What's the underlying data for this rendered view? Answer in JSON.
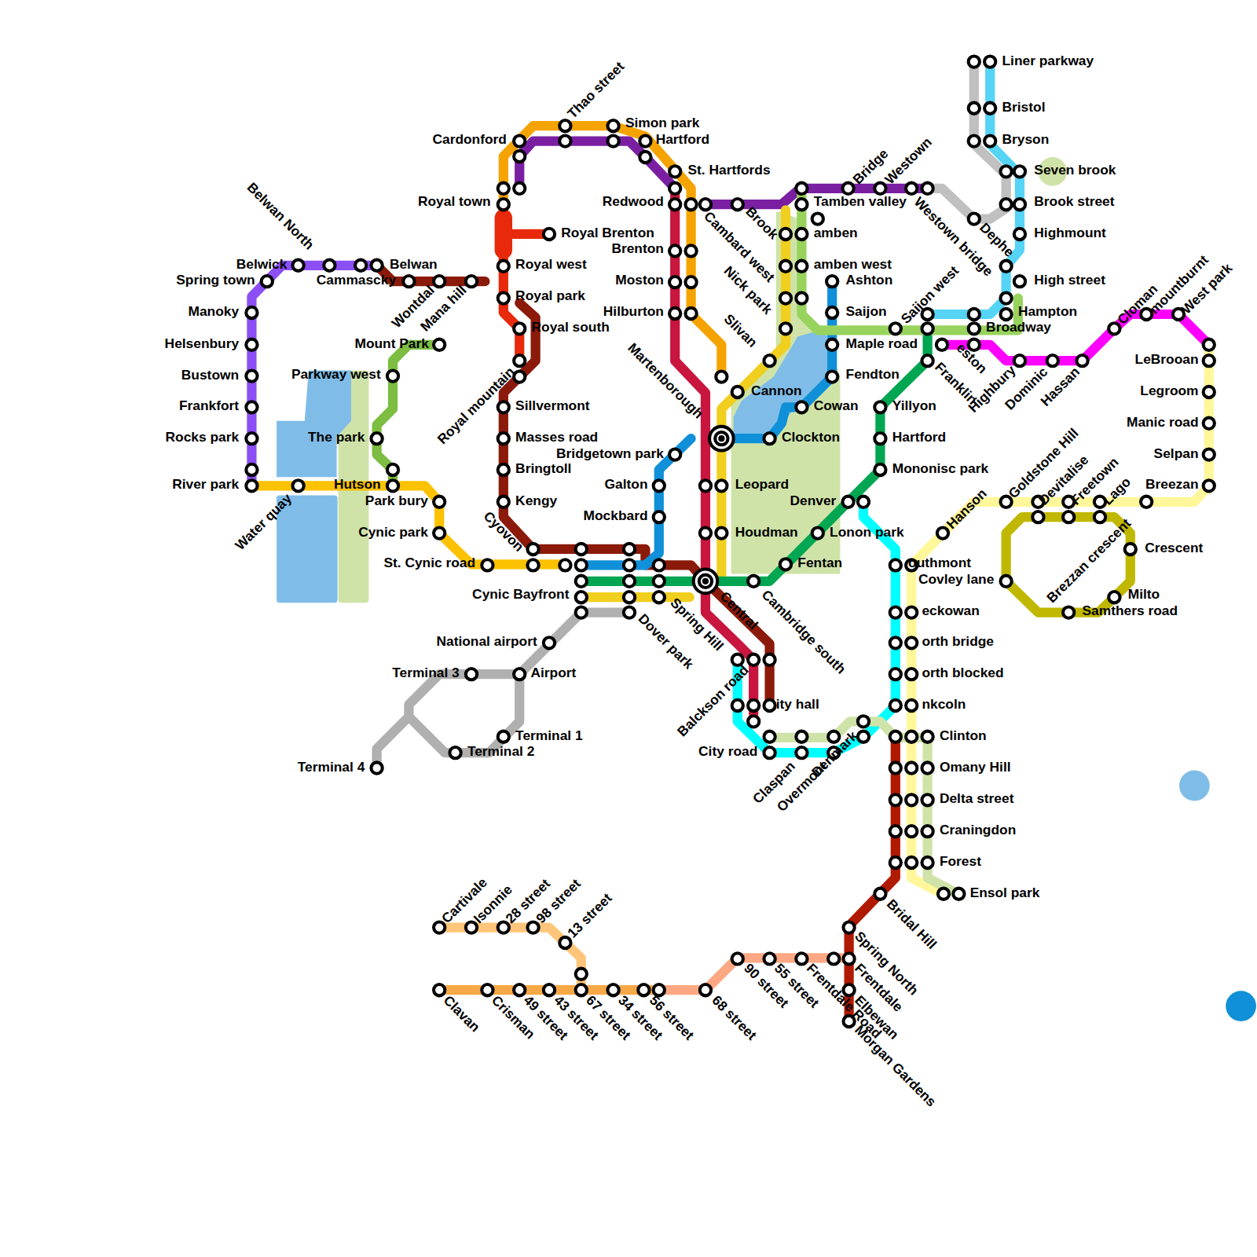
{
  "diagram": {
    "labels": [
      "Thao street",
      "Simon park",
      "Cardonford",
      "Hartford",
      "St. Hartfords",
      "Royal town",
      "Redwood",
      "Brook",
      "Cambard west",
      "Tamben valley",
      "Bridge",
      "Westown",
      "Westown bridge",
      "Liner parkway",
      "Bristol",
      "Bryson",
      "Seven brook",
      "Brook street",
      "Highmount",
      "Dephe",
      "High street",
      "Hampton",
      "Broadway",
      "Saijon west",
      "Royal Brenton",
      "Brenton",
      "amben",
      "Belwick",
      "Belwan North",
      "Belwan",
      "Spring town",
      "Cammascky",
      "Wontdal",
      "Mana hill",
      "Royal west",
      "amben west",
      "Nick park",
      "Ashton",
      "Moston",
      "Royal park",
      "Manoky",
      "Hilburton",
      "Saijon",
      "Royal south",
      "Slivan",
      "Maple road",
      "Mount Park",
      "Helsenbury",
      "eston",
      "Franklin",
      "Highbury",
      "Dominic",
      "Hassan",
      "Cloman",
      "mountburnt",
      "West park",
      "LeBrooan",
      "Martenborough",
      "Parkway west",
      "Bustown",
      "Fendton",
      "Legroom",
      "Cannon",
      "Royal mountain",
      "Frankfort",
      "Sillvermont",
      "Cowan",
      "Yillyon",
      "Manic road",
      "Rocks park",
      "The park",
      "Masses road",
      "Clockton",
      "Hartford",
      "Bridgetown park",
      "Selpan",
      "Bringtoll",
      "Mononisc park",
      "Goldstone Hill",
      "Devitalise",
      "Freetown",
      "Lago",
      "River park",
      "Hutson",
      "Water quay",
      "Galton",
      "Leopard",
      "Breezan",
      "Hanson",
      "Park bury",
      "Kengy",
      "Denver",
      "Mockbard",
      "Cynic park",
      "Houdman",
      "Lonon park",
      "Cyovon",
      "Crescent",
      "St. Cynic road",
      "Fentan",
      "outhmont",
      "Covley lane",
      "Brezzan crescent",
      "Cynic Bayfront",
      "Milto",
      "Spring Hill",
      "Central",
      "Cambridge south",
      "Dover park",
      "Samthers road",
      "eckowan",
      "National airport",
      "orth bridge",
      "Terminal 3",
      "Airport",
      "orth blocked",
      "Balckson road",
      "ity hall",
      "nkcoln",
      "Terminal 1",
      "Clinton",
      "Terminal 2",
      "City road",
      "Claspan",
      "Overmont",
      "Denmark",
      "Terminal 4",
      "Omany Hill",
      "Delta street",
      "Craningdon",
      "Forest",
      "Ensol park",
      "Bridal Hill",
      "Cartivale",
      "Isonnie",
      "28 street",
      "98 street",
      "13 street",
      "Clavan",
      "Crisman",
      "49 street",
      "43 street",
      "67 street",
      "34 street",
      "56 street",
      "68 street",
      "90 street",
      "55 street",
      "Frentdale Road",
      "Spring North",
      "Frentdale",
      "Elbewan",
      "Morgan Gardens"
    ]
  }
}
